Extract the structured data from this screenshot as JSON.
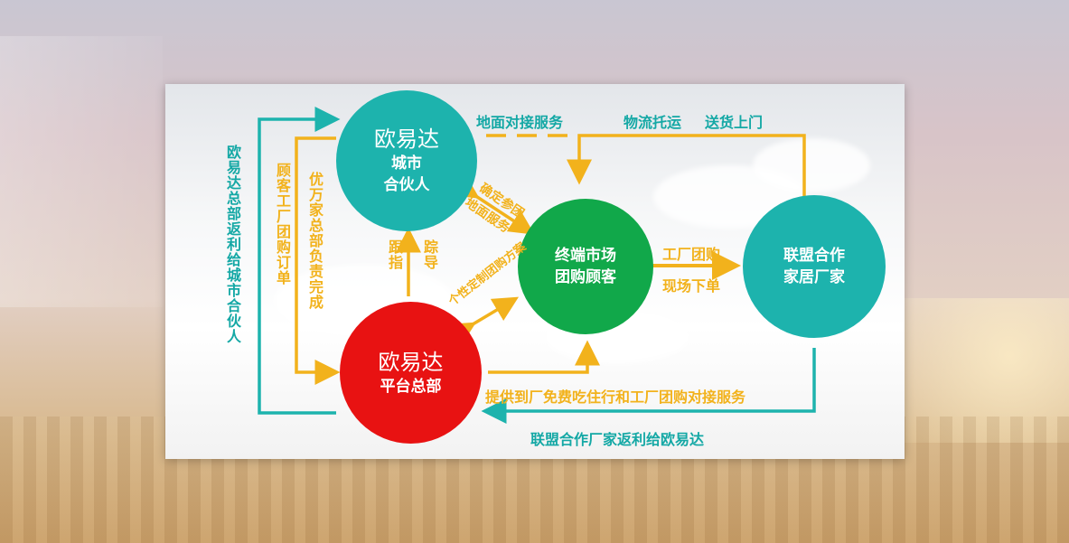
{
  "nodes": {
    "city_partner": {
      "line1": "欧易达",
      "line2": "城市",
      "line3": "合伙人"
    },
    "terminal": {
      "line1": "终端市场",
      "line2": "团购顾客"
    },
    "alliance": {
      "line1": "联盟合作",
      "line2": "家居厂家"
    },
    "hq": {
      "line1": "欧易达",
      "line2": "平台总部"
    }
  },
  "labels": {
    "ground_service": "地面对接服务",
    "logistics": "物流托运",
    "delivery": "送货上门",
    "confirm_group": "确定参团",
    "ground_service2": "地面服务",
    "factory_group": "工厂团购",
    "onsite_order": "现场下单",
    "follow": "跟指",
    "track": "踪导",
    "custom_plan": "个性定制团购方案",
    "provide_service": "提供到厂免费吃住行和工厂团购对接服务",
    "alliance_rebate": "联盟合作厂家返利给欧易达",
    "hq_rebate": "欧易达总部返利给城市合伙人",
    "customer_order": "顾客工厂团购订单",
    "hq_complete": "优万家总部负责完成"
  },
  "colors": {
    "teal": "#1db3ad",
    "green": "#11a84a",
    "red": "#e81212",
    "gold": "#f2b21c",
    "label_teal": "#14a8a5"
  }
}
